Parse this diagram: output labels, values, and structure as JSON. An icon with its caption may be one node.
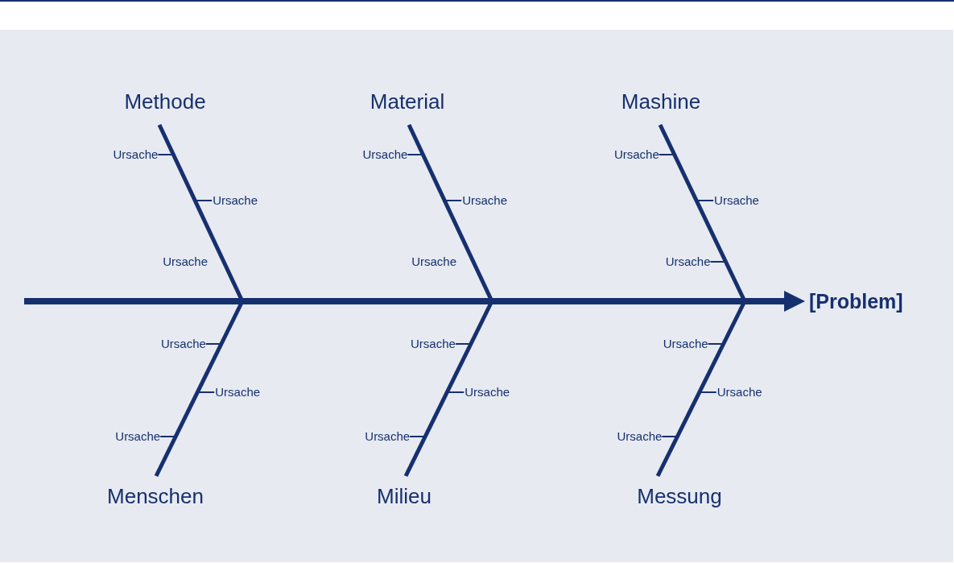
{
  "diagram": {
    "nodes": [
      {
        "text": [
          "Methode"
        ]
      },
      {
        "text": [
          "Material"
        ]
      },
      {
        "text": [
          "Mashine"
        ]
      },
      {
        "text": [
          "Ursache"
        ]
      },
      {
        "text": [
          "Ursache"
        ]
      },
      {
        "text": [
          "Ursache"
        ]
      },
      {
        "text": [
          "Ursache"
        ]
      },
      {
        "text": [
          "Ursache"
        ]
      },
      {
        "text": [
          "Ursache"
        ]
      },
      {
        "text": [
          "Ursache"
        ]
      },
      {
        "text": [
          "[Problem]"
        ]
      },
      {
        "text": [
          "Ursache"
        ]
      },
      {
        "text": [
          "Ursache"
        ]
      },
      {
        "text": [
          "Ursache"
        ]
      },
      {
        "text": [
          "Ursache"
        ]
      },
      {
        "text": [
          "Ursache"
        ]
      },
      {
        "text": [
          "Ursache"
        ]
      },
      {
        "text": [
          "Ursache"
        ]
      },
      {
        "text": [
          "Ursache"
        ]
      },
      {
        "text": [
          "Ursache"
        ]
      },
      {
        "text": [
          "Menschen"
        ]
      },
      {
        "text": [
          "Milieu"
        ]
      },
      {
        "text": [
          "Messung"
        ]
      }
    ],
    "edges": [
      {
        "from": null,
        "to": 10,
        "arrow": "to",
        "style": "thick"
      },
      {
        "from": 0,
        "to": null,
        "arrow": "none",
        "style": "thick"
      },
      {
        "from": 1,
        "to": null,
        "arrow": "none",
        "style": "thick"
      },
      {
        "from": 2,
        "to": null,
        "arrow": "none",
        "style": "thick"
      },
      {
        "from": 20,
        "to": null,
        "arrow": "none",
        "style": "thick"
      },
      {
        "from": 21,
        "to": null,
        "arrow": "none",
        "style": "thick"
      },
      {
        "from": 22,
        "to": null,
        "arrow": "none",
        "style": "thick"
      },
      {
        "from": 3,
        "to": null,
        "arrow": "none"
      },
      {
        "from": 4,
        "to": null,
        "arrow": "none"
      },
      {
        "from": 5,
        "to": null,
        "arrow": "none"
      },
      {
        "from": 6,
        "to": null,
        "arrow": "none"
      },
      {
        "from": 7,
        "to": null,
        "arrow": "none"
      },
      {
        "from": 8,
        "to": null,
        "arrow": "none"
      },
      {
        "from": 9,
        "to": null,
        "arrow": "none"
      },
      {
        "from": 11,
        "to": null,
        "arrow": "none"
      },
      {
        "from": 12,
        "to": null,
        "arrow": "none"
      },
      {
        "from": 13,
        "to": null,
        "arrow": "none"
      },
      {
        "from": 14,
        "to": null,
        "arrow": "none"
      },
      {
        "from": 15,
        "to": null,
        "arrow": "none"
      },
      {
        "from": 16,
        "to": null,
        "arrow": "none"
      },
      {
        "from": 17,
        "to": null,
        "arrow": "none"
      },
      {
        "from": 18,
        "to": null,
        "arrow": "none"
      },
      {
        "from": 19,
        "to": null,
        "arrow": "none"
      }
    ],
    "labels": [
      "Ursache",
      "Ursache"
    ]
  }
}
